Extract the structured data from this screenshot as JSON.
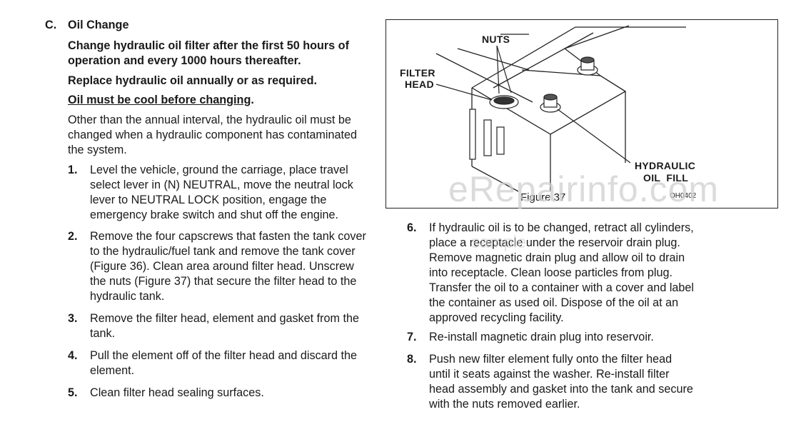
{
  "section": {
    "letter": "C.",
    "title": "Oil Change",
    "intro_bold_1": "Change hydraulic oil filter after the first 50 hours of operation and every 1000 hours thereafter.",
    "intro_bold_2": "Replace hydraulic oil annually or as required.",
    "intro_underline": "Oil must be cool before changing",
    "intro_underline_tail": ".",
    "intro_text": "Other than the annual interval, the hydraulic oil must be changed when a hydraulic component has contaminated the system."
  },
  "steps_left": [
    {
      "num": "1.",
      "text": "Level the vehicle, ground the carriage, place travel select lever in (N) NEUTRAL, move the neutral lock lever to NEUTRAL LOCK position, engage the emergency brake switch and shut off the engine."
    },
    {
      "num": "2.",
      "text": "Remove the four capscrews that fasten the tank cover to the hydraulic/fuel tank and remove the tank cover (Figure 36). Clean area around filter head. Unscrew the nuts (Figure 37) that secure the filter head to the hydraulic tank."
    },
    {
      "num": "3.",
      "text": "Remove the filter head, element and gasket from the tank."
    },
    {
      "num": "4.",
      "text": "Pull the element off of the filter head and discard the element."
    },
    {
      "num": "5.",
      "text": "Clean filter head sealing surfaces."
    }
  ],
  "steps_right": [
    {
      "num": "6.",
      "text": "If hydraulic oil is to be changed, retract all cylinders, place a receptacle under the reservoir drain plug. Remove magnetic drain plug and allow oil to drain into receptacle. Clean loose particles from plug. Transfer the oil to a container with a cover and label the container as used oil. Dispose of the oil at an approved recycling facility."
    },
    {
      "num": "7.",
      "text": "Re-install magnetic drain plug into reservoir."
    },
    {
      "num": "8.",
      "text": "Push new filter element fully onto the filter head until it seats against the washer. Re-install filter head assembly and gasket into the tank and secure with the nuts removed earlier."
    }
  ],
  "figure": {
    "label_nuts": "NUTS",
    "label_filter": "FILTER",
    "label_head": "HEAD",
    "label_hydraulic": "HYDRAULIC",
    "label_oil_fill": "OIL  FILL",
    "caption": "Figure 37",
    "code": "OH0402"
  },
  "watermark": {
    "main": "eRepairinfo.com",
    "sub": "sample"
  }
}
